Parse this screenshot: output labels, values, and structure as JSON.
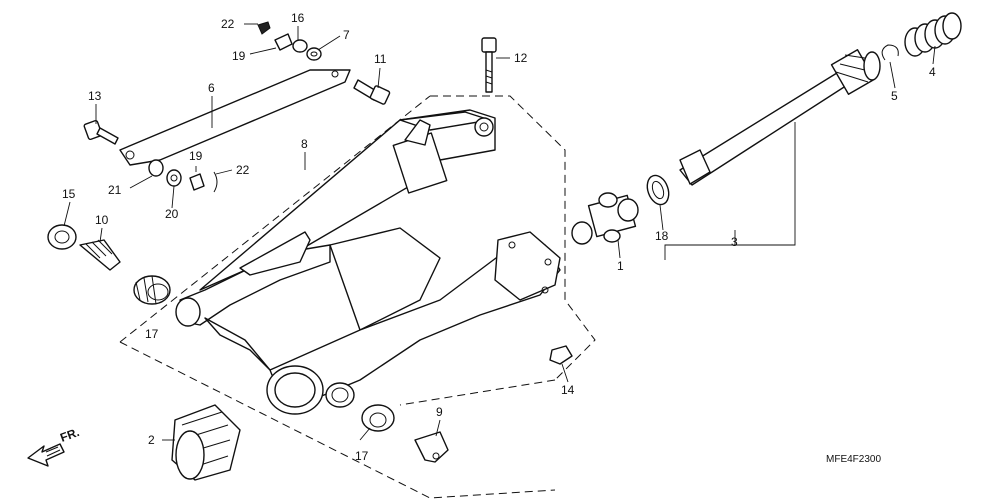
{
  "diagram": {
    "code": "MFE4F2300",
    "direction_label": "FR."
  },
  "labels": {
    "l1": "1",
    "l2": "2",
    "l3": "3",
    "l4": "4",
    "l5": "5",
    "l6": "6",
    "l7": "7",
    "l8": "8",
    "l9": "9",
    "l10": "10",
    "l11": "11",
    "l12": "12",
    "l13": "13",
    "l14": "14",
    "l15": "15",
    "l16": "16",
    "l17a": "17",
    "l17b": "17",
    "l18": "18",
    "l19a": "19",
    "l19b": "19",
    "l20": "20",
    "l21": "21",
    "l22a": "22",
    "l22b": "22"
  }
}
